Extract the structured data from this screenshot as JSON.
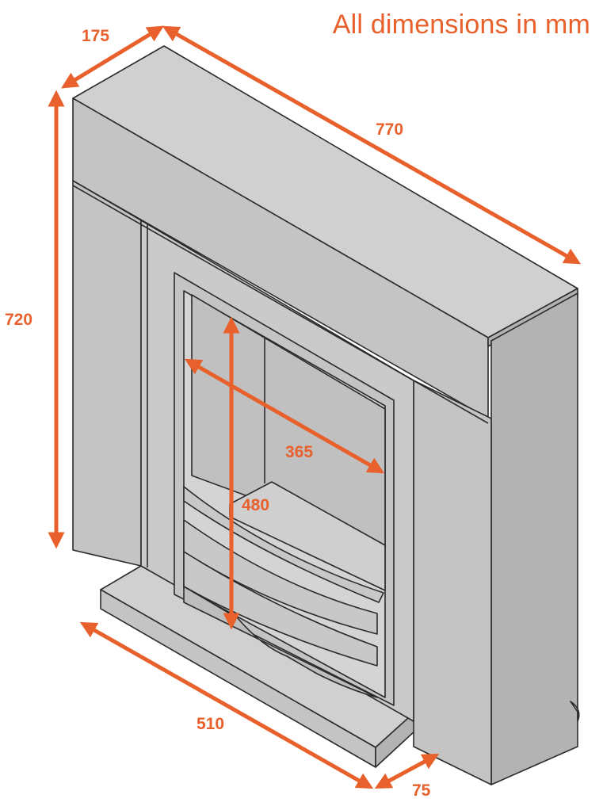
{
  "note": "All dimensions in mm",
  "colors": {
    "accent": "#e8612c",
    "outline": "#2b2b2b",
    "fill_light": "#d0d0d0",
    "fill_mid": "#c4c4c4",
    "fill_dark": "#b3b3b3"
  },
  "dimensions": {
    "depth": "175",
    "width": "770",
    "height": "720",
    "opening_width": "365",
    "opening_height": "480",
    "hearth_width": "510",
    "hearth_depth": "75"
  }
}
